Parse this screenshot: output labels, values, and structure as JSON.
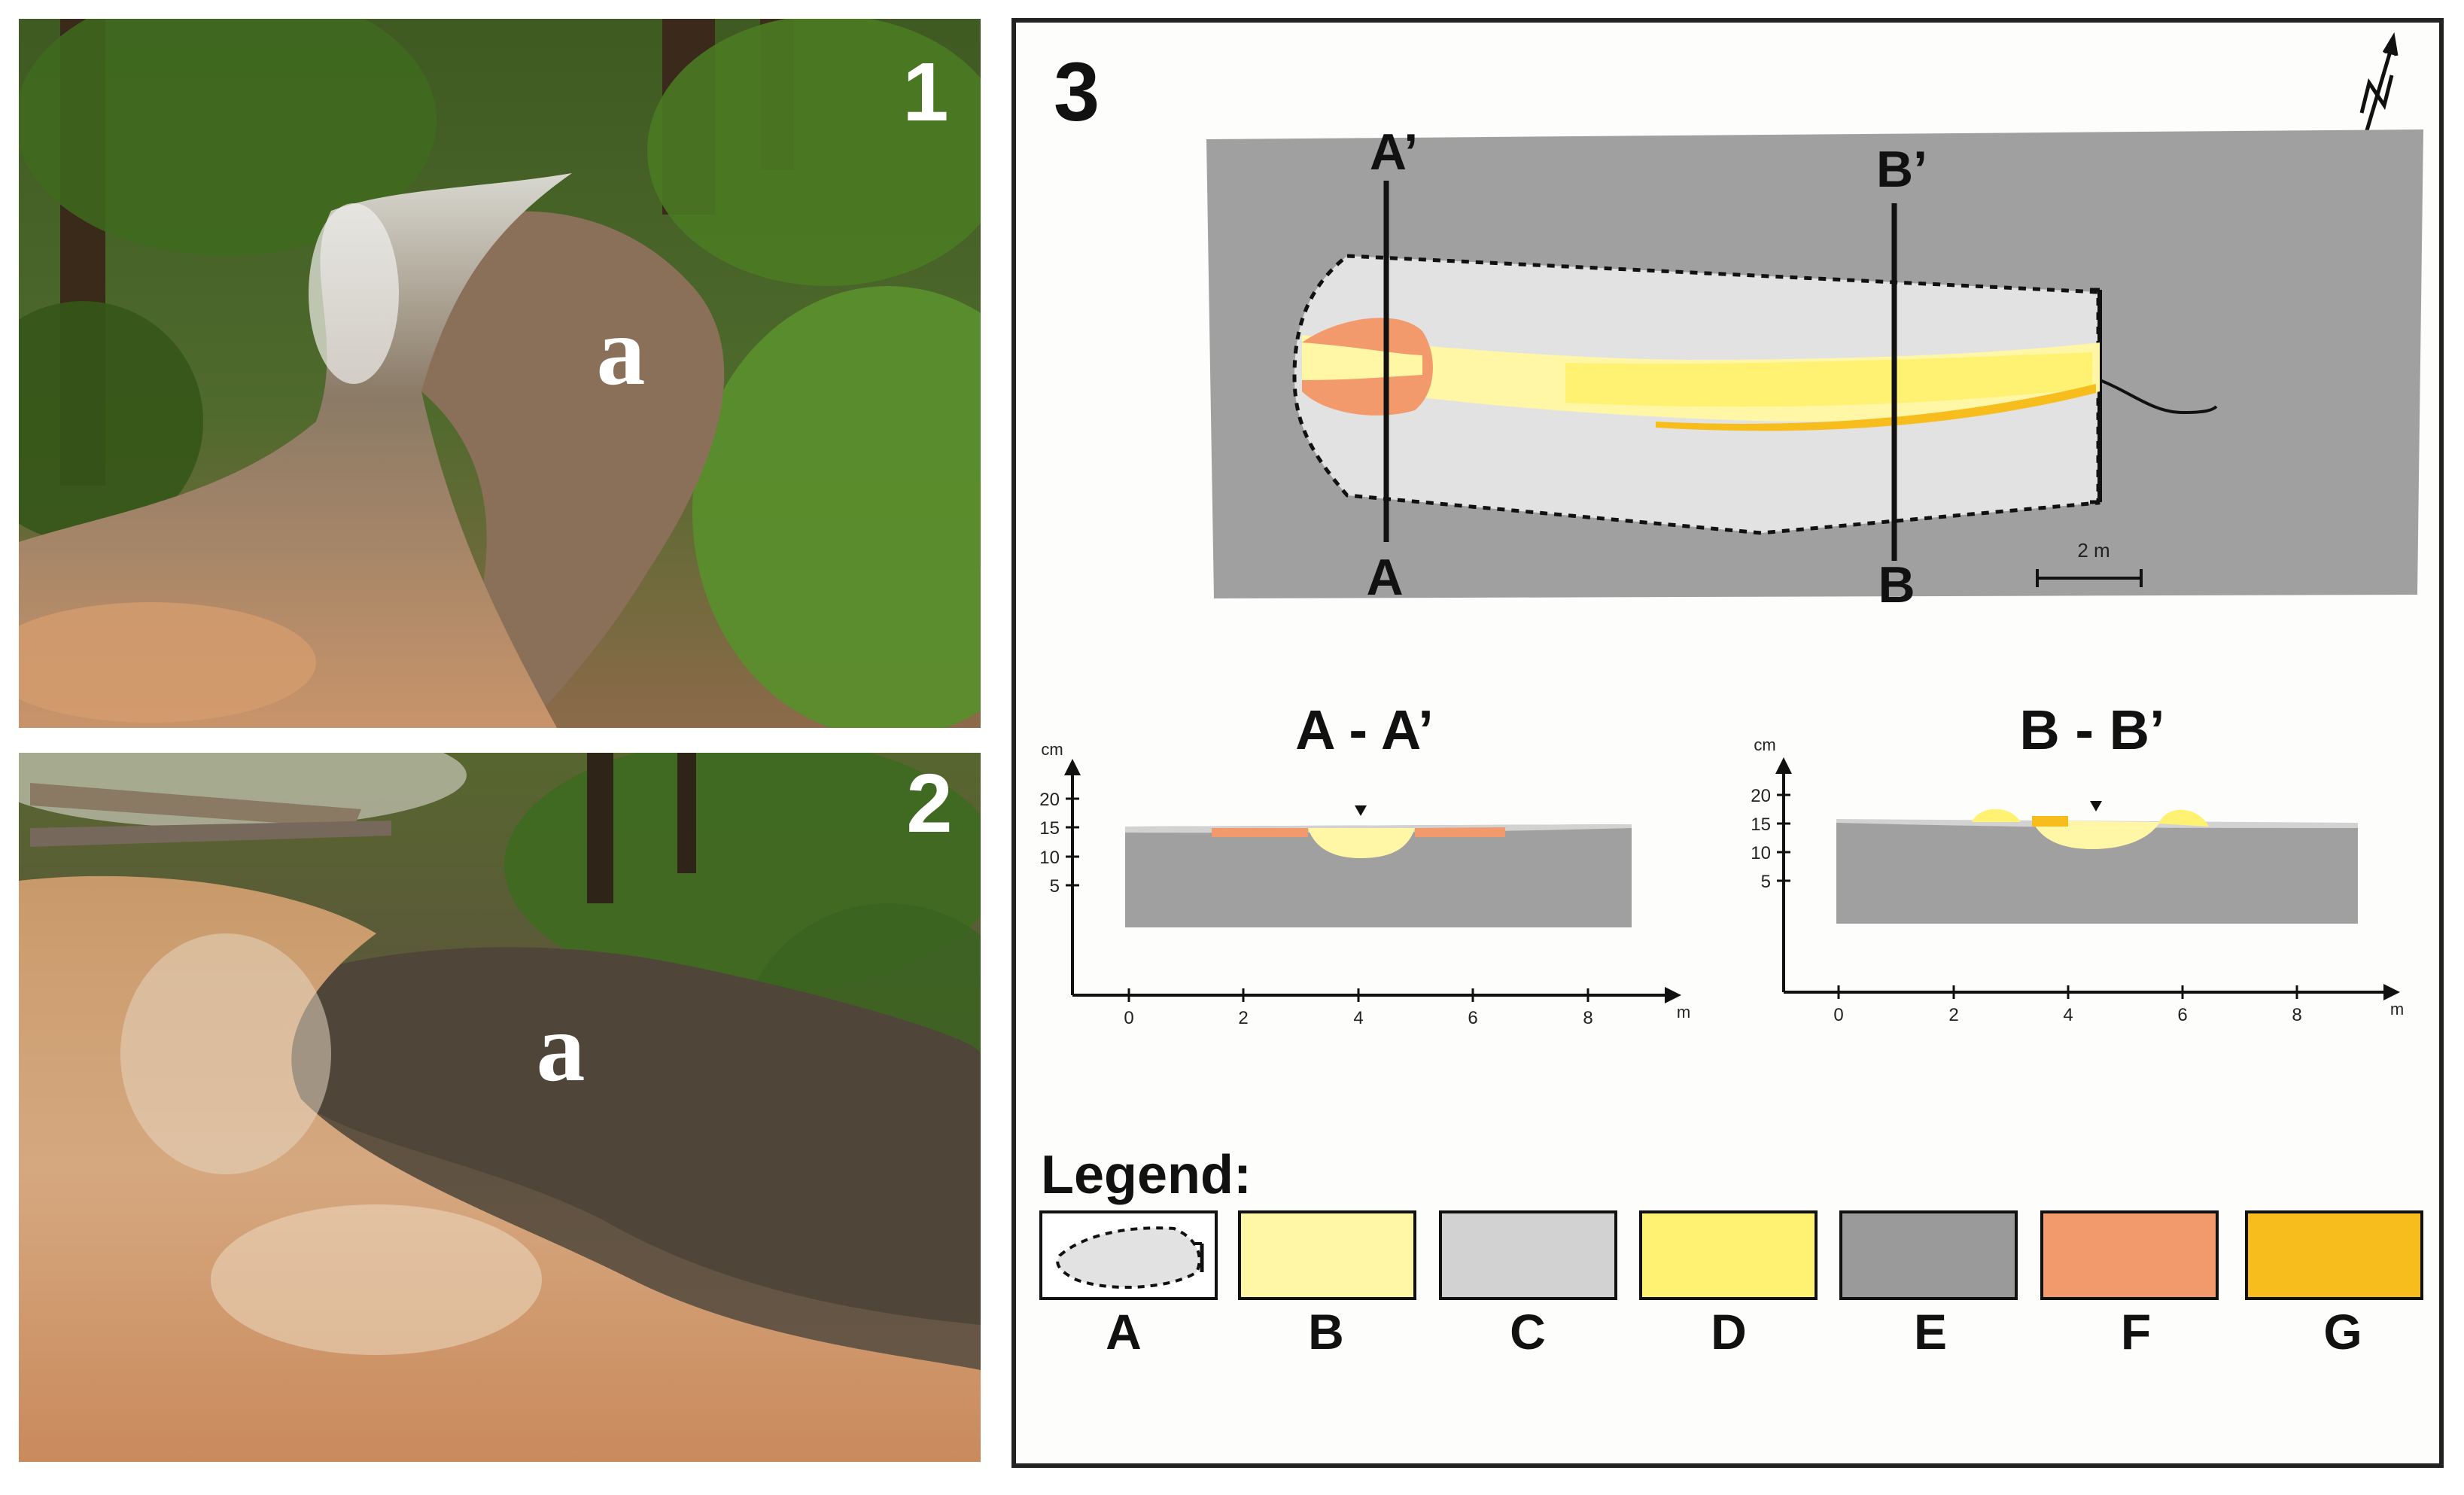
{
  "photos": [
    {
      "number": "1",
      "mark": "a"
    },
    {
      "number": "2",
      "mark": "a"
    }
  ],
  "panel": {
    "number": "3",
    "sections": {
      "a_prime": "A’",
      "a": "A",
      "b_prime": "B’",
      "b": "B"
    },
    "scale_label": "2 m"
  },
  "profiles": [
    {
      "title": "A - A’",
      "y_unit": "cm",
      "x_unit": "m",
      "y_ticks": [
        "20",
        "15",
        "10",
        "5"
      ],
      "x_ticks": [
        "0",
        "2",
        "4",
        "6",
        "8"
      ]
    },
    {
      "title": "B - B’",
      "y_unit": "cm",
      "x_unit": "m",
      "y_ticks": [
        "20",
        "15",
        "10",
        "5"
      ],
      "x_ticks": [
        "0",
        "2",
        "4",
        "6",
        "8"
      ]
    }
  ],
  "legend": {
    "title": "Legend:",
    "items": [
      {
        "label": "A",
        "color": "#e2e2e2"
      },
      {
        "label": "B",
        "color": "#fff6a6"
      },
      {
        "label": "C",
        "color": "#d2d2d2"
      },
      {
        "label": "D",
        "color": "#fff172"
      },
      {
        "label": "E",
        "color": "#9a9a9a"
      },
      {
        "label": "F",
        "color": "#f39a6d"
      },
      {
        "label": "G",
        "color": "#f6bd1c"
      }
    ]
  },
  "colors": {
    "gray_dark": "#a0a0a0",
    "gray_light": "#e2e2e2",
    "pale_yellow": "#fff6a6",
    "yellow": "#fff172",
    "orange": "#f39a6d",
    "amber": "#f6bd1c"
  }
}
